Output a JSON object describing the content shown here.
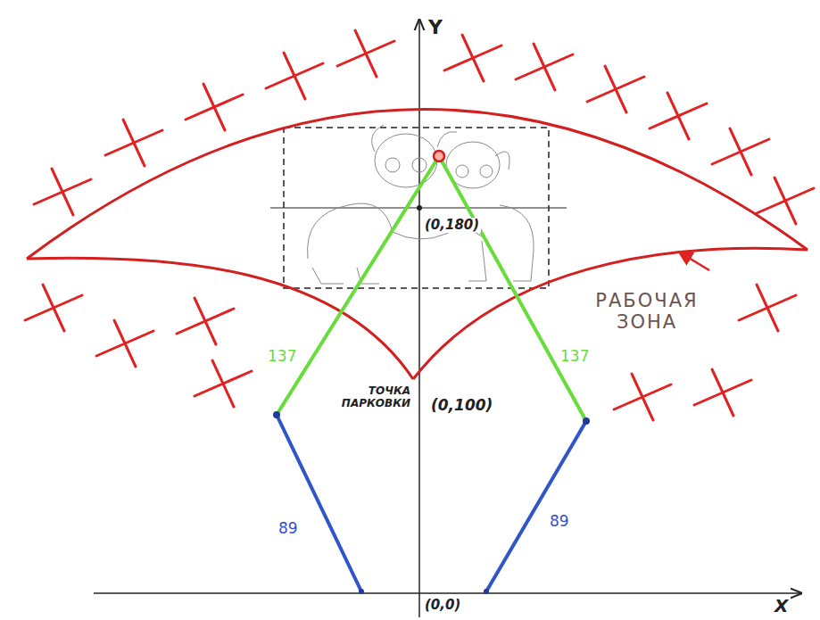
{
  "diagram": {
    "labels": [
      "Y",
      "(0,180)",
      "137",
      "137",
      "ТОЧКА ПАРКОВКИ",
      "(0,100)",
      "РАБОЧАЯ ЗОНА",
      "89",
      "89",
      "X",
      "(0,0)"
    ]
  }
}
